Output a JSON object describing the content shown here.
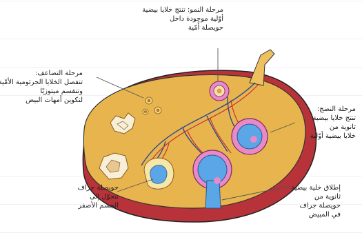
{
  "labels": {
    "growth": {
      "lines": [
        "مرحلة النمو: تنتج خلايا بيضية",
        "أوّلية موجودة داخل",
        "حويصلة أَمّية"
      ]
    },
    "proliferation": {
      "lines": [
        "مرحلة التضاعف:",
        "تنفصل الخلايا الجرثومية الأمّية",
        "وتنقسم ميتوزيًا",
        "لتكوين أمهات البيض"
      ]
    },
    "maturation": {
      "lines": [
        "مرحلة النضج:",
        "تنتج خلايا بيضية",
        "ثانوية من",
        "خلايا بيضية أوّلية"
      ]
    },
    "corpus_luteum": {
      "lines": [
        "حويصلة جراف",
        "تتحوّل إلى",
        "الجسم الأصفر"
      ]
    },
    "ovulation": {
      "lines": [
        "إطلاق خلية بيضية",
        "ثانوية من",
        "حويصلة جراف",
        "في المبيض"
      ]
    }
  },
  "colors": {
    "ovary_fill": "#e8b44e",
    "ovary_rim": "#b8323a",
    "follicle_pink": "#e889c8",
    "follicle_blue": "#5aa6e6",
    "vessel_red": "#c22b2b",
    "vessel_blue": "#2c4a8c",
    "tube_fill": "#efc060"
  }
}
